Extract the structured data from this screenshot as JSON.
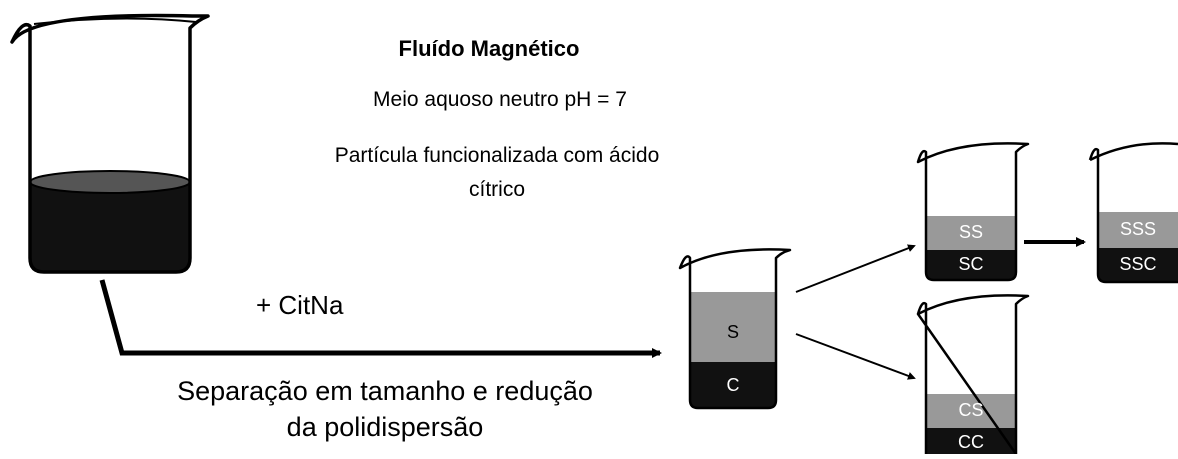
{
  "header": {
    "title": "Fluído Magnético",
    "line1": "Meio aquoso neutro  pH = 7",
    "line2a": "Partícula funcionalizada  com ácido",
    "line2b": "cítrico"
  },
  "arrow_label": "+ CitNa",
  "caption": {
    "line1": "Separação em tamanho e redução",
    "line2": "da polidispersão"
  },
  "beakers": {
    "first": {
      "top": "S",
      "bottom": "C"
    },
    "upper": {
      "top": "SS",
      "bottom": "SC"
    },
    "upper_right": {
      "top": "SSS",
      "bottom": "SSC"
    },
    "lower": {
      "top": "CS",
      "bottom": "CC"
    }
  },
  "colors": {
    "liquid_dark": "#111111",
    "liquid_grey": "#999999",
    "liquid_surface": "#555555",
    "outline": "#000000"
  }
}
